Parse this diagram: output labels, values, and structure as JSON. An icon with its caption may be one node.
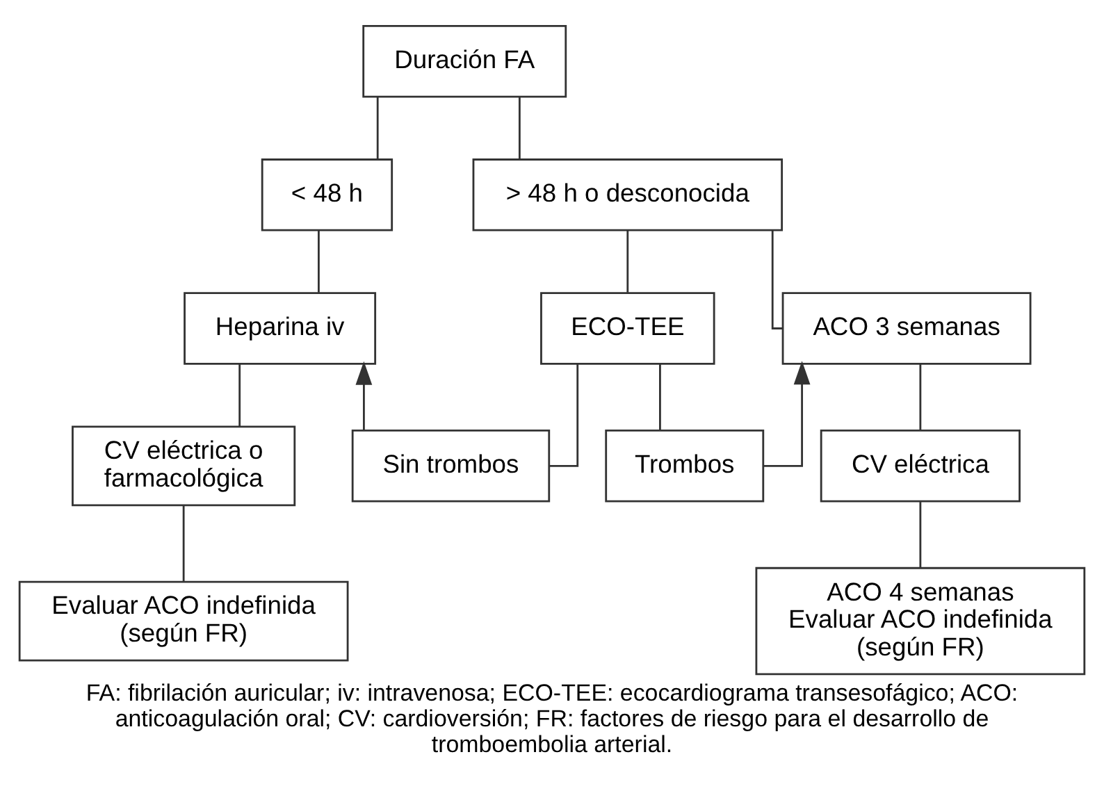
{
  "diagram": {
    "caption": "FA: fibrilación auricular; iv: intravenosa; ECO-TEE: ecocardiograma transesofágico; ACO: anticoagulación oral; CV: cardioversión; FR: factores de riesgo para el desarrollo de tromboembolia arterial.",
    "nodes": [
      {
        "text": [
          "Duración FA"
        ]
      },
      {
        "text": [
          "< 48 h"
        ]
      },
      {
        "text": [
          "> 48 h o desconocida"
        ]
      },
      {
        "text": [
          "Heparina iv"
        ]
      },
      {
        "text": [
          "ECO-TEE"
        ]
      },
      {
        "text": [
          "ACO 3 semanas"
        ]
      },
      {
        "text": [
          "CV eléctrica o farmacológica"
        ]
      },
      {
        "text": [
          "Sin trombos"
        ]
      },
      {
        "text": [
          "Trombos"
        ]
      },
      {
        "text": [
          "CV eléctrica"
        ]
      },
      {
        "text": [
          "Evaluar ACO indefinida (según FR)"
        ]
      },
      {
        "text": [
          "ACO 4 semanas",
          "Evaluar ACO indefinida (según FR)"
        ]
      }
    ],
    "edges": [
      {
        "from": 0,
        "to": 1,
        "arrow": "none"
      },
      {
        "from": 0,
        "to": 2,
        "arrow": "none"
      },
      {
        "from": 1,
        "to": 3,
        "arrow": "none"
      },
      {
        "from": 2,
        "to": 4,
        "arrow": "none"
      },
      {
        "from": 2,
        "to": 5,
        "arrow": "none"
      },
      {
        "from": 3,
        "to": 6,
        "arrow": "none"
      },
      {
        "from": 4,
        "to": 7,
        "arrow": "none"
      },
      {
        "from": 4,
        "to": 8,
        "arrow": "none"
      },
      {
        "from": 7,
        "to": 3,
        "arrow": "to"
      },
      {
        "from": 8,
        "to": 5,
        "arrow": "to"
      },
      {
        "from": 5,
        "to": 9,
        "arrow": "none"
      },
      {
        "from": 6,
        "to": 10,
        "arrow": "none"
      },
      {
        "from": 9,
        "to": 11,
        "arrow": "none"
      }
    ]
  }
}
